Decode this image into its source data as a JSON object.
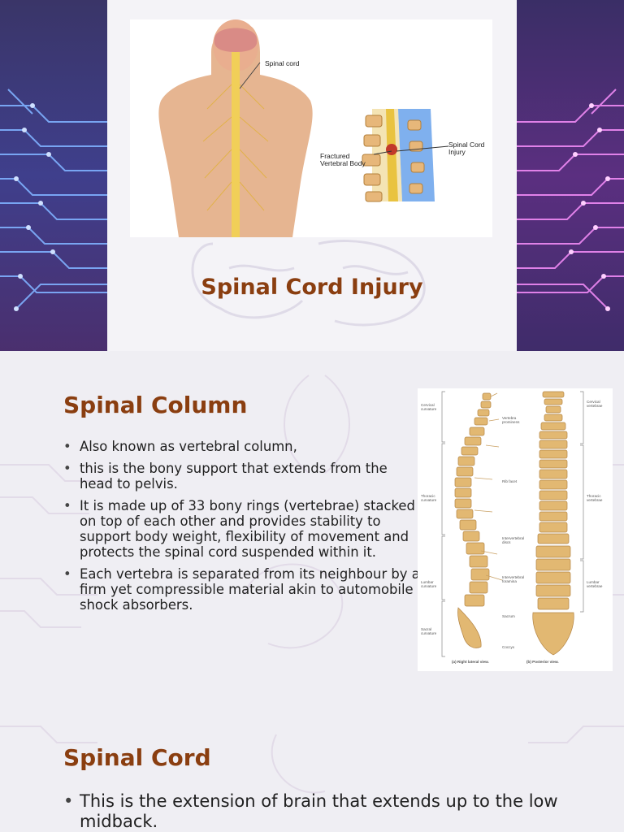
{
  "slide1": {
    "title": "Spinal Cord Injury",
    "labels": {
      "spinal_cord": "Spinal cord",
      "fractured_line1": "Fractured",
      "fractured_line2": "Vertebral Body",
      "injury_line1": "Spinal Cord",
      "injury_line2": "Injury"
    }
  },
  "slide2": {
    "heading": "Spinal Column",
    "bullets": [
      "Also known as vertebral column,",
      "this is the bony support that extends from the head to pelvis.",
      "It is made up of 33 bony rings (vertebrae) stacked on top of each other and provides stability to support body weight, flexibility of movement and protects the spinal cord suspended within it.",
      "Each vertebra is separated from its neighbour by a firm yet compressible material akin to automobile shock absorbers."
    ],
    "figure": {
      "left_labels": [
        "Cervical curvature",
        "Thoracic curvature",
        "Lumbar curvature",
        "Sacral curvature"
      ],
      "middle_labels": [
        "Vertebra prominens",
        "Rib facet",
        "Intervertebral discs",
        "Intervertebral foramina",
        "Sacrum",
        "Coccyx"
      ],
      "right_labels": [
        "Cervical vertebrae",
        "Thoracic vertebrae",
        "Lumbar vertebrae"
      ],
      "caption_a": "(a) Right lateral view.",
      "caption_b": "(b) Posterior view."
    }
  },
  "slide3": {
    "heading": "Spinal Cord",
    "bullets": [
      "This is the extension of brain that extends up to the low midback."
    ]
  },
  "colors": {
    "heading": "#8a3e10",
    "circuit_blue": "#5d8df0",
    "circuit_pink": "#e070e8",
    "bone": "#e2b872"
  }
}
